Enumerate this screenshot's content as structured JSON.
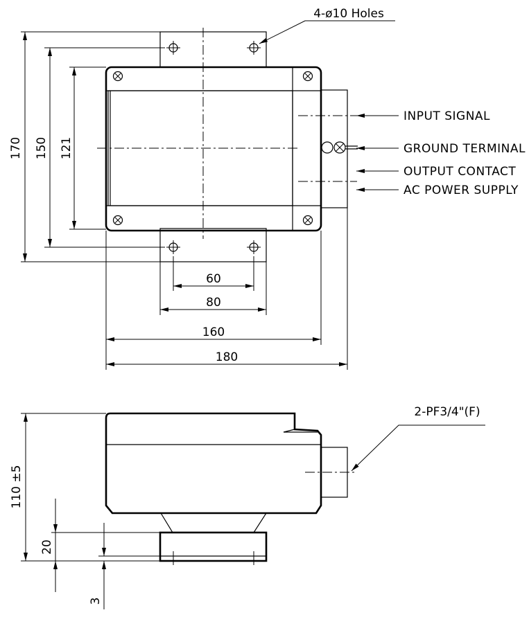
{
  "top_view": {
    "holes_label": "4-ø10 Holes",
    "dim_height_outer": "170",
    "dim_height_holes": "150",
    "dim_height_body": "121",
    "dim_width_holes": "60",
    "dim_width_bracket": "80",
    "dim_width_body": "160",
    "dim_width_total": "180",
    "connections": [
      {
        "label": "INPUT SIGNAL"
      },
      {
        "label": "GROUND TERMINAL"
      },
      {
        "label": "OUTPUT CONTACT"
      },
      {
        "label": "AC POWER SUPPLY"
      }
    ]
  },
  "side_view": {
    "conduit_label": "2-PF3/4\"(F)",
    "dim_height_total": "110 ±5",
    "dim_base": "20",
    "dim_plate": "3"
  }
}
